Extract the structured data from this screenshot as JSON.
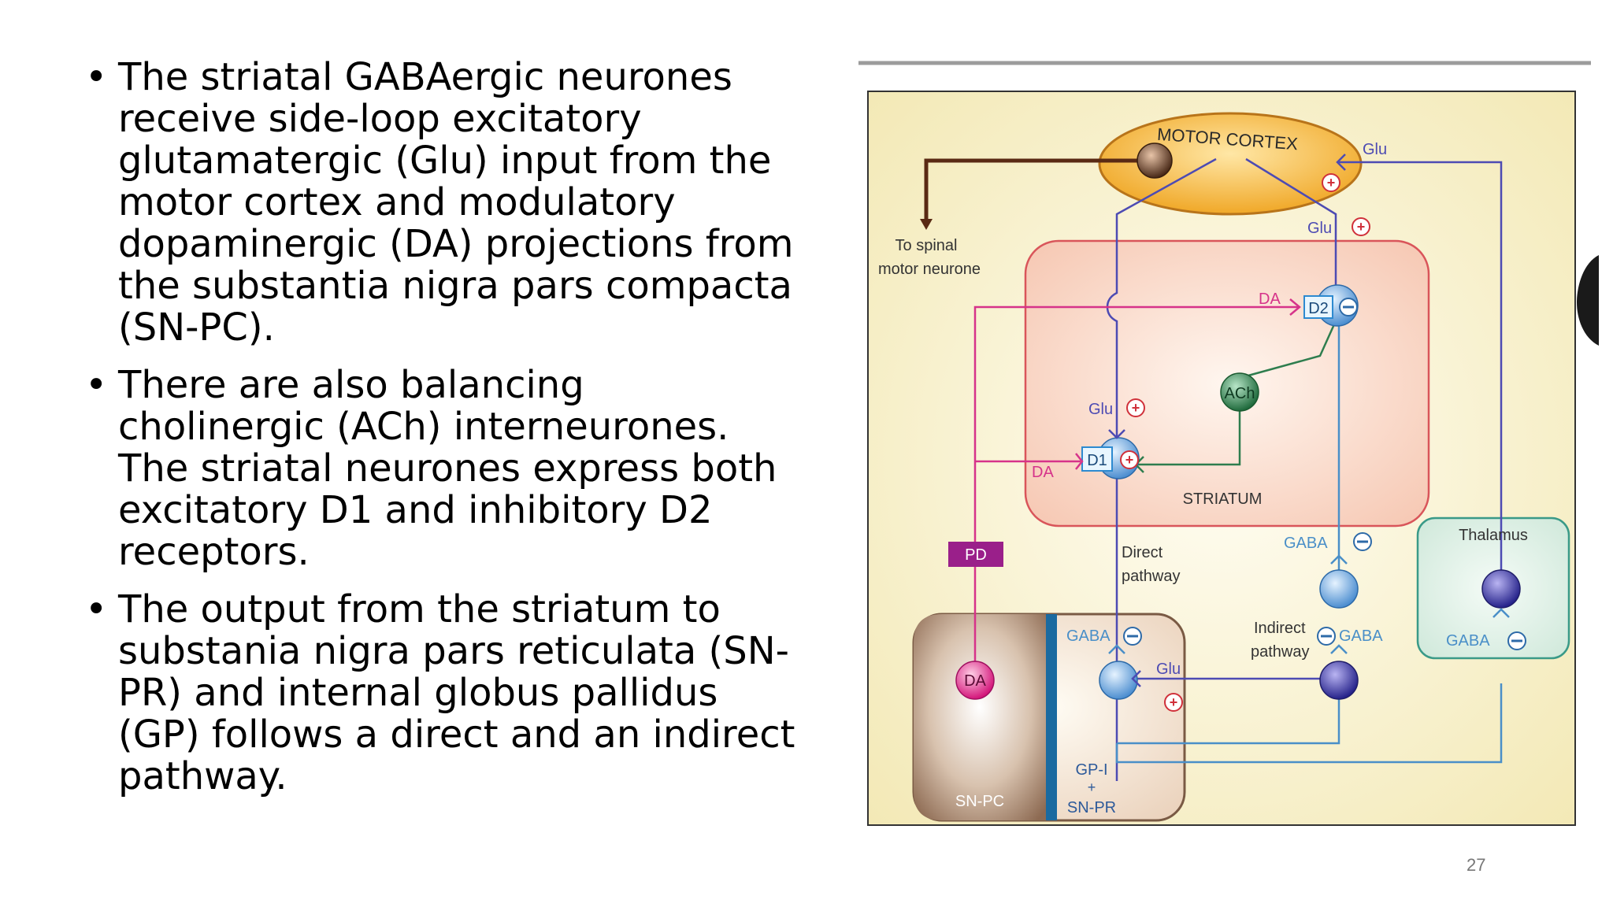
{
  "slide": {
    "bullets": [
      "The striatal GABAergic neurones receive side-loop excitatory glutamatergic (Glu) input from the motor cortex and modulatory dopaminergic (DA) projections from the substantia nigra pars compacta (SN-PC).",
      "There are also balancing cholinergic (ACh) interneurones. The striatal neurones express both excitatory D1 and inhibitory D2 receptors.",
      "The output from the striatum to substania nigra pars reticulata (SN-PR) and internal globus pallidus (GP) follows a direct and an indirect pathway."
    ],
    "page_number": "27"
  },
  "diagram": {
    "regions": {
      "motor_cortex": "MOTOR CORTEX",
      "striatum": "STRIATUM",
      "thalamus": "Thalamus",
      "sn_pc": "SN-PC",
      "gp_i": "GP-I",
      "plus": "+",
      "sn_pr": "SN-PR"
    },
    "labels": {
      "to_spinal_1": "To spinal",
      "to_spinal_2": "motor neurone",
      "glu": "Glu",
      "da": "DA",
      "d1": "D1",
      "d2": "D2",
      "ach": "ACh",
      "gaba": "GABA",
      "pd": "PD",
      "direct_1": "Direct",
      "direct_2": "pathway",
      "indirect_1": "Indirect",
      "indirect_2": "pathway"
    },
    "colors": {
      "background": "#f6efcb",
      "motor_cortex_fill": "#f0b030",
      "striatum_fill": "#f6cfbd",
      "thalamus_fill": "#d6ece0",
      "sn_fill": "#b38f72",
      "glutamate_line": "#4d4bb3",
      "dopamine_line": "#d6338a",
      "gaba_line": "#4a8fc8",
      "ach_line": "#2e7d4e",
      "excitatory_mark": "#d0303a"
    }
  }
}
